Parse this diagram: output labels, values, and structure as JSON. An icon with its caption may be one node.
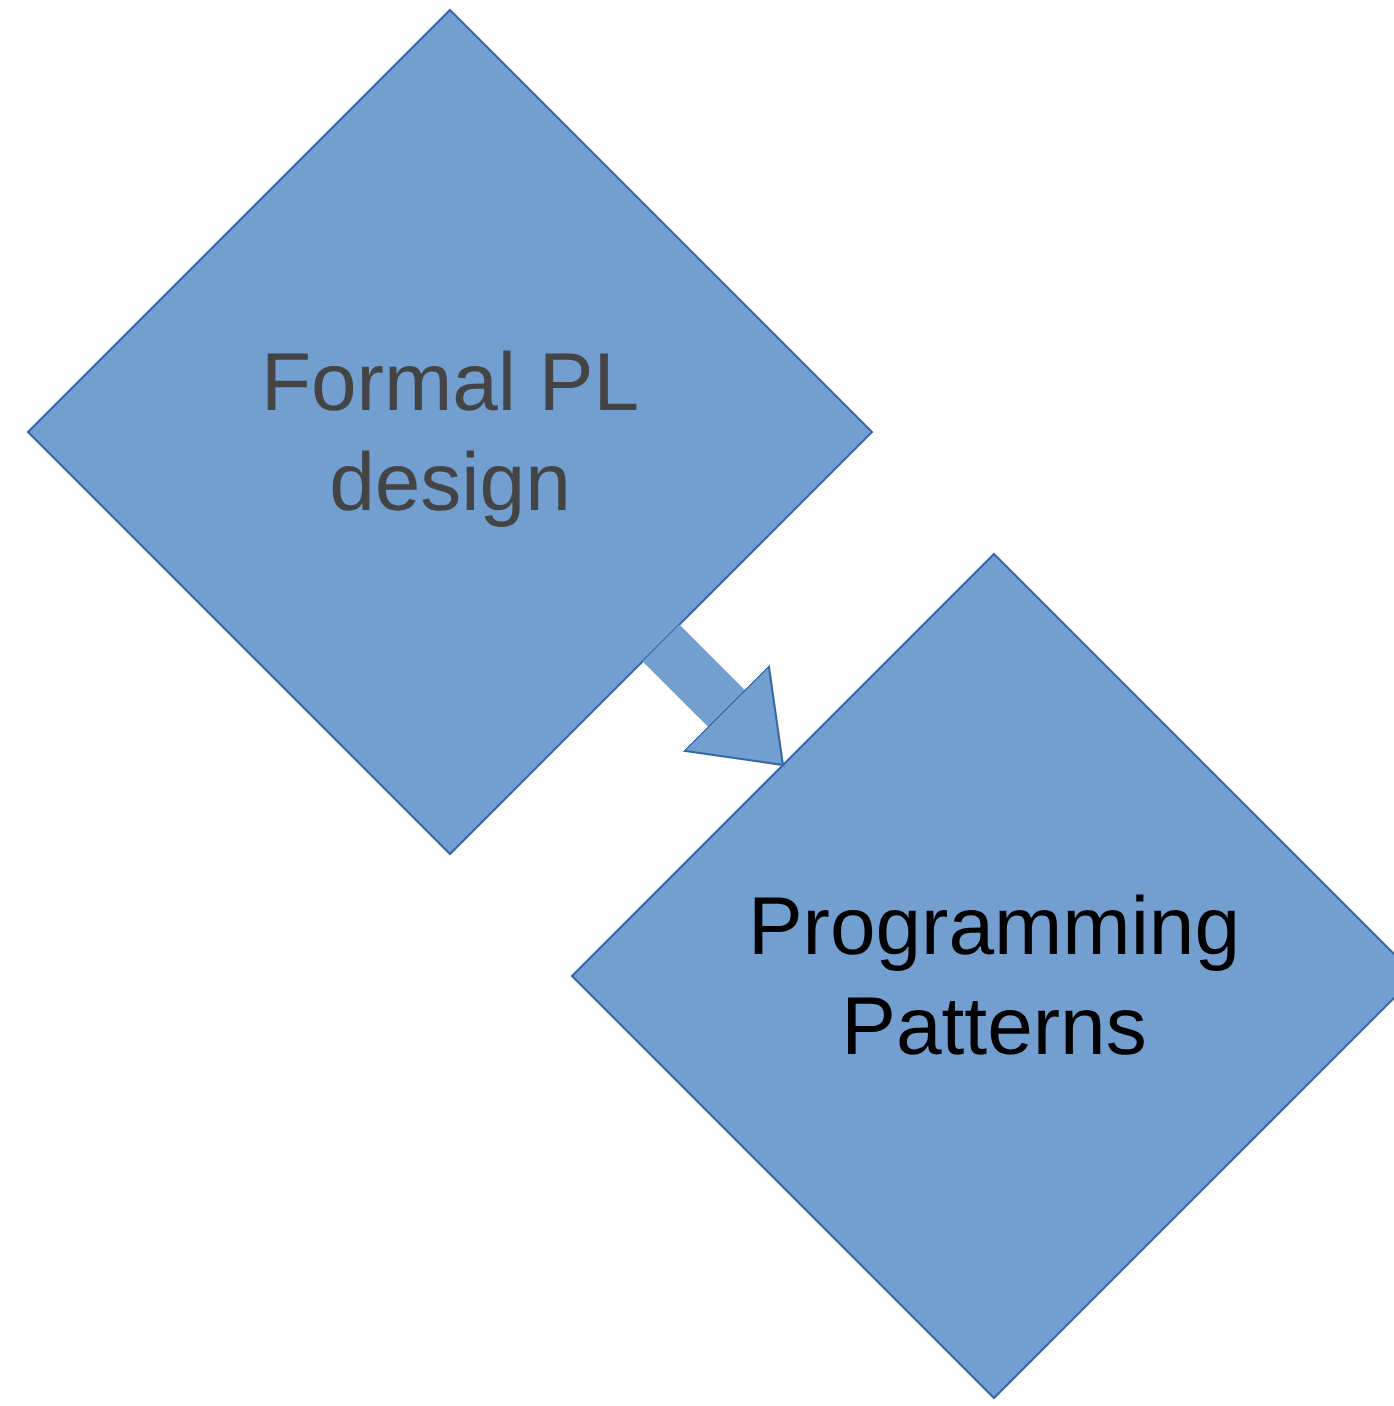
{
  "diagram": {
    "nodes": [
      {
        "text": [
          "Formal PL design"
        ]
      },
      {
        "text": [
          "Programming Patterns"
        ]
      }
    ],
    "edges": [
      {
        "from": 0,
        "to": 1,
        "arrow": "to"
      }
    ]
  }
}
